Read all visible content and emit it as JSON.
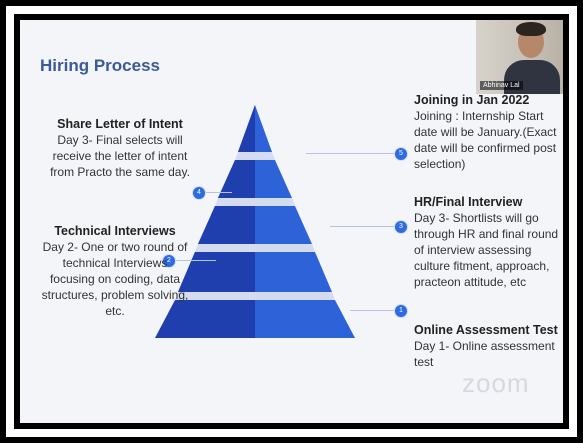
{
  "slide": {
    "title": "Hiring Process",
    "participant_name": "Abhinav Lal",
    "watermark": "zoom"
  },
  "steps": {
    "share_letter": {
      "heading": "Share Letter of Intent",
      "body": "Day 3- Final selects will receive the letter of intent from Practo the same day."
    },
    "technical": {
      "heading": "Technical Interviews",
      "body": "Day 2- One or two round of technical Interviews focusing on coding, data structures, problem solving, etc."
    },
    "joining": {
      "heading": "Joining in Jan 2022",
      "body": "Joining : Internship Start date will be January.(Exact date will be confirmed post selection)"
    },
    "hr": {
      "heading": "HR/Final Interview",
      "body": "Day 3- Shortlists will go through HR and final round of interview assessing culture fitment, approach, practeon attitude, etc"
    },
    "online": {
      "heading": "Online Assessment Test",
      "body": "Day 1- Online assessment test"
    }
  },
  "markers": [
    "1",
    "2",
    "3",
    "4",
    "5"
  ],
  "colors": {
    "title": "#3a5a9a",
    "accent": "#2f6be0",
    "pyramid_dark": "#1f3fae",
    "pyramid_light": "#2d62d8"
  }
}
